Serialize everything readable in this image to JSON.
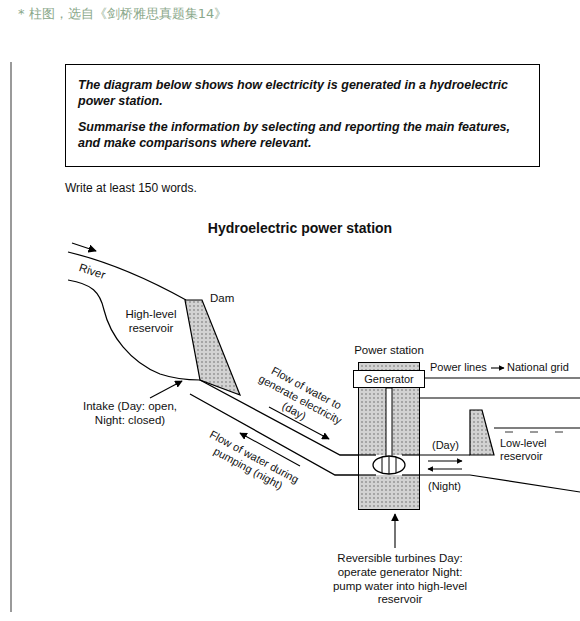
{
  "diagram": {
    "title": "Hydroelectric power station",
    "nodes": [
      {
        "text": [
          "The diagram below shows how electricity is generated in a hydroelectric power station.",
          "Summarise the information by selecting and reporting the main features, and make comparisons where relevant."
        ]
      },
      {
        "text": [
          "Power station"
        ]
      },
      {
        "text": [
          "Generator"
        ],
        "in": 1
      }
    ],
    "labels": [
      "* 柱图，选自《剑桥雅思真题集14》",
      "Write at least 150 words.",
      "River",
      "Dam",
      "High-level reservoir",
      "Intake (Day: open, Night: closed)",
      "Flow of water to generate electricity (day)",
      "Flow of water during pumping (night)",
      "Power lines",
      "National grid",
      "(Day)",
      "(Night)",
      "Low-level reservoir",
      "Reversible turbines Day: operate generator Night: pump water into high-level reservoir"
    ]
  }
}
